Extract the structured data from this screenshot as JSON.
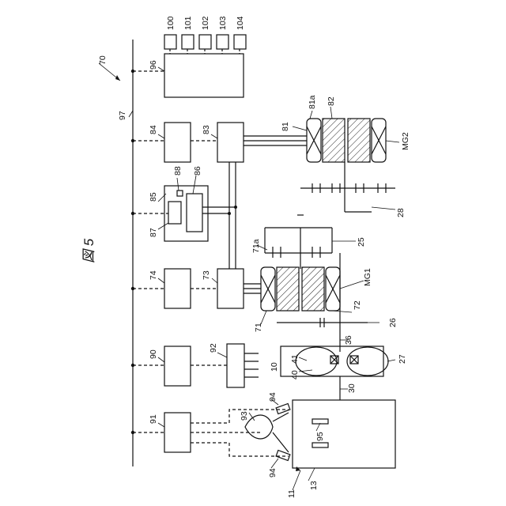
{
  "figure": {
    "title": "図 5"
  },
  "labels": {
    "l70": "70",
    "l97": "97",
    "l96": "96",
    "l100": "100",
    "l101": "101",
    "l102": "102",
    "l103": "103",
    "l104": "104",
    "l84": "84",
    "l83": "83",
    "l81": "81",
    "l81a": "81a",
    "l82": "82",
    "lMG2": "MG2",
    "l28": "28",
    "l85": "85",
    "l86": "86",
    "l87": "87",
    "l88": "88",
    "l25": "25",
    "l71a": "71a",
    "l74": "74",
    "l73": "73",
    "l71": "71",
    "lMG1": "MG1",
    "l72": "72",
    "l26": "26",
    "l36": "36",
    "l90": "90",
    "l92": "92",
    "l10": "10",
    "l41": "41",
    "l40": "40",
    "l27": "27",
    "l30": "30",
    "l91": "91",
    "l93": "93",
    "l94a": "94",
    "l94b": "94",
    "l95": "95",
    "l11": "11",
    "l13": "13"
  }
}
